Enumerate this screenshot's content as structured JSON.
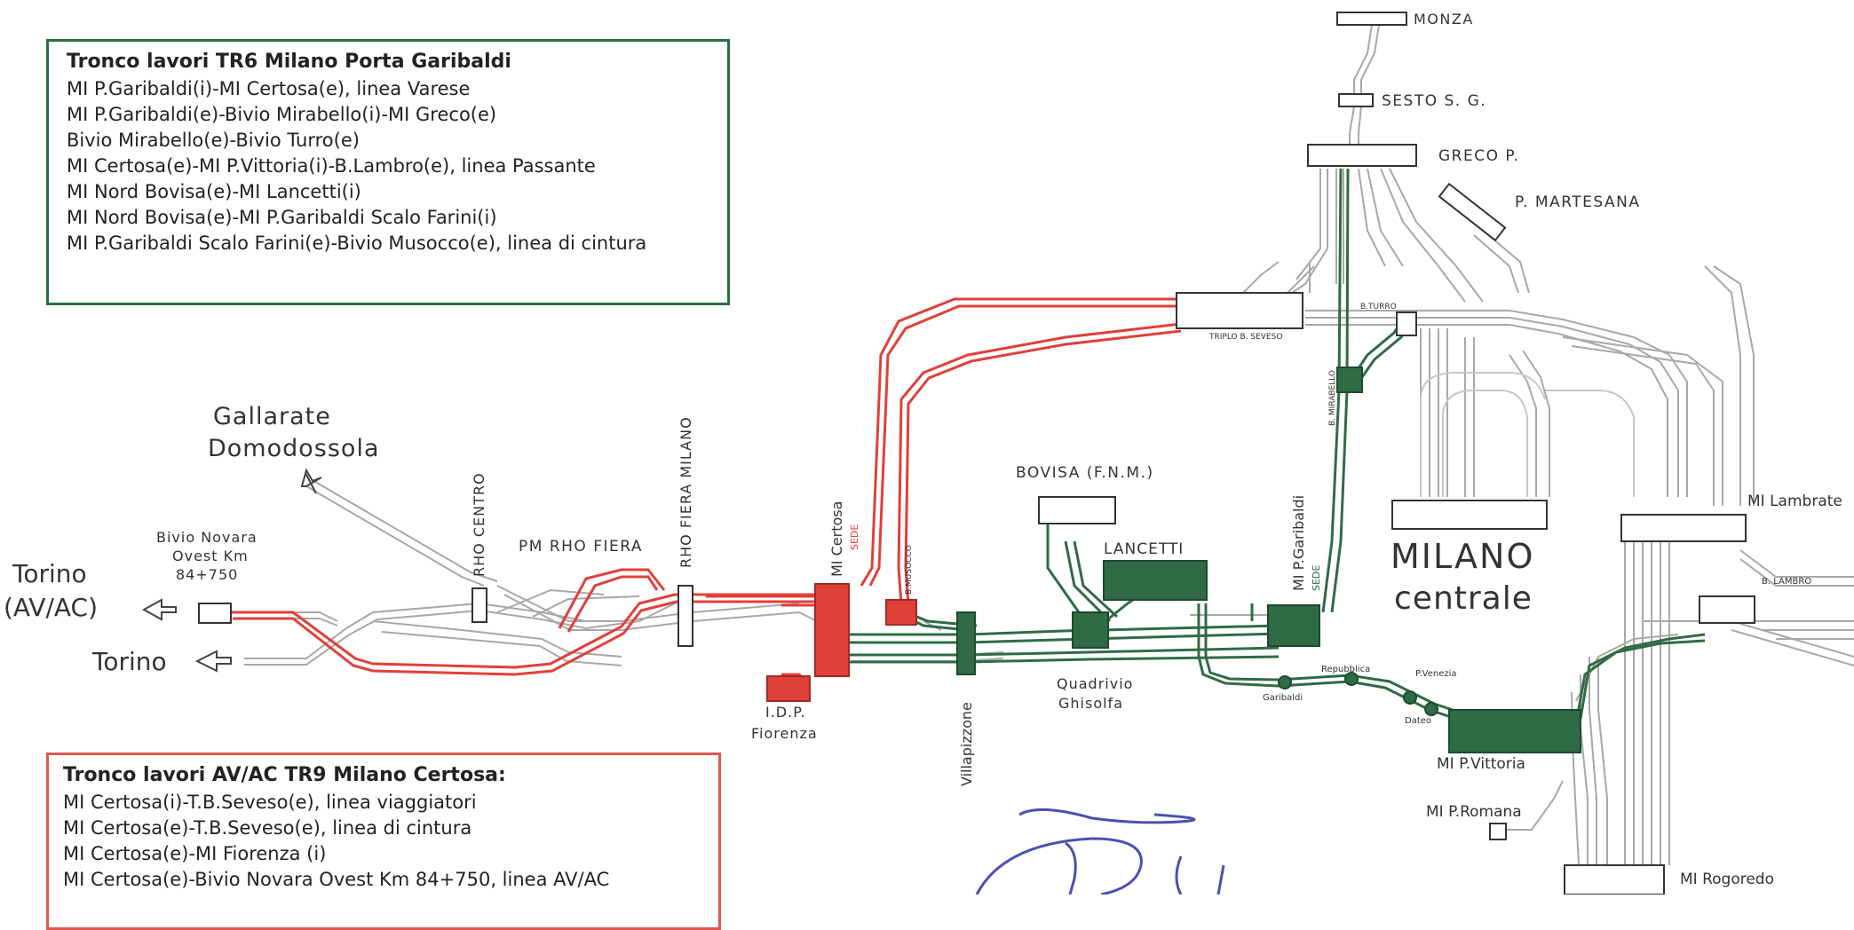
{
  "green_box": {
    "title": "Tronco lavori TR6 Milano Porta Garibaldi",
    "lines": [
      "MI P.Garibaldi(i)-MI Certosa(e), linea Varese",
      "MI P.Garibaldi(e)-Bivio Mirabello(i)-MI Greco(e)",
      "Bivio Mirabello(e)-Bivio Turro(e)",
      "MI Certosa(e)-MI P.Vittoria(i)-B.Lambro(e), linea Passante",
      "MI Nord Bovisa(e)-MI Lancetti(i)",
      "MI Nord Bovisa(e)-MI P.Garibaldi Scalo Farini(i)",
      "MI P.Garibaldi Scalo Farini(e)-Bivio Musocco(e), linea di cintura"
    ]
  },
  "red_box": {
    "title": "Tronco lavori AV/AC TR9 Milano Certosa:",
    "lines": [
      "MI Certosa(i)-T.B.Seveso(e), linea viaggiatori",
      "MI Certosa(e)-T.B.Seveso(e), linea di cintura",
      "MI Certosa(e)-MI Fiorenza (i)",
      "MI Certosa(e)-Bivio Novara Ovest Km 84+750, linea AV/AC"
    ]
  },
  "labels": {
    "monza": "MONZA",
    "sesto": "SESTO S. G.",
    "greco": "GRECO P.",
    "martesana": "P. MARTESANA",
    "triplo": "TRIPLO B. SEVESO",
    "turro": "B.TURRO",
    "mirabello": "B. MIRABELLO",
    "gallarate": "Gallarate",
    "domodossola": "Domodossola",
    "rho_centro": "RHO CENTRO",
    "rho_fiera_milano": "RHO FIERA MILANO",
    "pm_rho_fiera": "PM RHO FIERA",
    "bivio_novara_1": "Bivio Novara",
    "bivio_novara_2": "Ovest Km",
    "bivio_novara_3": "84+750",
    "torino_av_1": "Torino",
    "torino_av_2": "(AV/AC)",
    "torino": "Torino",
    "mi_certosa": "MI Certosa",
    "sede_red": "SEDE",
    "b_musocco": "B.MUSOCCO",
    "idp_1": "I.D.P.",
    "idp_2": "Fiorenza",
    "villapizzone": "Villapizzone",
    "bovisa": "BOVISA (F.N.M.)",
    "lancetti": "LANCETTI",
    "quadrivio_1": "Quadrivio",
    "quadrivio_2": "Ghisolfa",
    "mi_pgaribaldi": "MI P.Garibaldi",
    "sede_green": "SEDE",
    "milano": "MILANO",
    "centrale": "centrale",
    "garibaldi": "Garibaldi",
    "repubblica": "Repubblica",
    "pvenezia": "P.Venezia",
    "dateo": "Dateo",
    "mi_pvittoria": "MI P.Vittoria",
    "mi_promana": "MI P.Romana",
    "mi_lambrate": "MI Lambrate",
    "b_lambro": "B. LAMBRO",
    "mi_rogoredo": "MI Rogoredo"
  },
  "colors": {
    "red": "#e0403a",
    "green": "#2f6b45",
    "gray": "#9a9a9a",
    "signature": "#4a50b0"
  }
}
